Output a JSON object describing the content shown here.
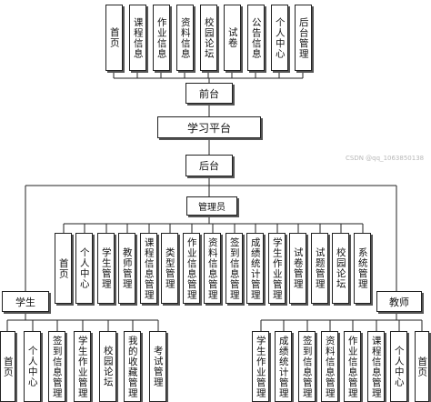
{
  "front_modules": [
    "首页",
    "课程信息",
    "作业信息",
    "资料信息",
    "校园论坛",
    "试卷",
    "公告信息",
    "个人中心",
    "后台管理"
  ],
  "front_label": "前台",
  "platform_label": "学习平台",
  "back_label": "后台",
  "admin_label": "管理员",
  "admin_modules": [
    "首页",
    "个人中心",
    "学生管理",
    "教师管理",
    "课程信息管理",
    "类型管理",
    "作业信息管理",
    "资料信息管理",
    "签到信息管理",
    "成绩统计管理",
    "学生作业管理",
    "试卷管理",
    "试题管理",
    "校园论坛",
    "系统管理"
  ],
  "student_label": "学生",
  "student_modules": [
    "首页",
    "个人中心",
    "签到信息管理",
    "学生作业管理",
    "校园论坛",
    "我的收藏管理",
    "考试管理"
  ],
  "teacher_label": "教师",
  "teacher_modules": [
    "学生作业管理",
    "成绩统计管理",
    "签到信息管理",
    "资料信息管理",
    "作业信息管理",
    "课程信息管理",
    "个人中心",
    "首页"
  ],
  "watermark": "CSDN @qq_1063850138"
}
